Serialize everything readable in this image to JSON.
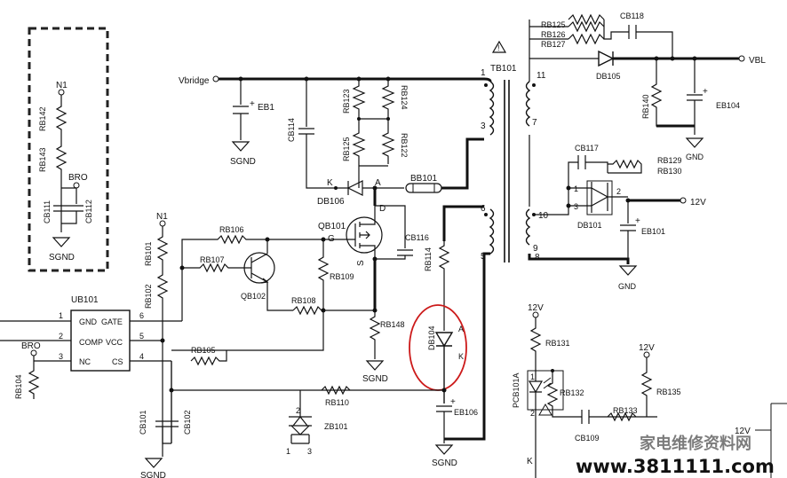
{
  "labels": {
    "n1_left": "N1",
    "rb142": "RB142",
    "rb143": "RB143",
    "bro_box": "BRO",
    "cb111": "CB111",
    "cb112": "CB112",
    "sgnd_box": "SGND",
    "vbridge": "Vbridge",
    "eb1": "EB1",
    "eb1_plus": "+",
    "sgnd_eb1": "SGND",
    "cb114": "CB114",
    "rb123": "RB123",
    "rb124": "RB124",
    "rb125": "RB125",
    "rb122": "RB122",
    "db106": "DB106",
    "k_db106": "K",
    "a_db106": "A",
    "bb101": "BB101",
    "tb101": "TB101",
    "pin1": "1",
    "pin3": "3",
    "pin6": "6",
    "pin5": "5",
    "pin11": "11",
    "pin7": "7",
    "pin10": "10",
    "pin9": "9",
    "pin8": "8",
    "warn": "!",
    "rb125_top": "RB125",
    "rb126": "RB126",
    "rb127": "RB127",
    "cb118": "CB118",
    "db105": "DB105",
    "vbl": "VBL",
    "rb140": "RB140",
    "eb104": "EB104",
    "eb104_plus": "+",
    "gnd_right": "GND",
    "cb117": "CB117",
    "rb129": "RB129",
    "rb130": "RB130",
    "db101": "DB101",
    "d101_pin1": "1",
    "d101_pin3": "3",
    "d101_pin2": "2",
    "v12v": "12V",
    "eb101": "EB101",
    "eb101_plus": "+",
    "gnd_bottom": "GND",
    "n1_mid": "N1",
    "rb101": "RB101",
    "rb102": "RB102",
    "rb106": "RB106",
    "rb107": "RB107",
    "qb101": "QB101",
    "g_pin": "G",
    "d_pin": "D",
    "s_pin": "S",
    "qb102": "QB102",
    "cb116": "CB116",
    "rb109": "RB109",
    "rb108": "RB108",
    "rb148": "RB148",
    "sgnd_rb148": "SGND",
    "rb114": "RB114",
    "db104": "DB104",
    "a_db104": "A",
    "k_db104": "K",
    "eb106": "EB106",
    "eb106_plus": "+",
    "sgnd_eb106": "SGND",
    "ub101": "UB101",
    "gnd_pin": "GND",
    "gate_pin": "GATE",
    "comp_pin": "COMP",
    "vcc_pin": "VCC",
    "nc_pin": "NC",
    "cs_pin": "CS",
    "ub_p1": "1",
    "ub_p2": "2",
    "ub_p3": "3",
    "ub_p4": "4",
    "ub_p5": "5",
    "ub_p6": "6",
    "bro_left": "BRO",
    "rb104": "RB104",
    "rb105": "RB105",
    "rb110": "RB110",
    "zb101": "ZB101",
    "zb_p1": "1",
    "zb_p2": "2",
    "zb_p3": "3",
    "cb101": "CB101",
    "cb102": "CB102",
    "sgnd_bottom": "SGND",
    "v12v_a": "12V",
    "rb131": "RB131",
    "pcb101a": "PCB101A",
    "rb132": "RB132",
    "pc_p1": "1",
    "pc_p2": "2",
    "v12v_b": "12V",
    "rb135": "RB135",
    "rb133": "RB133",
    "cb109": "CB109",
    "k_bottom": "K",
    "v12v_c": "12V",
    "watermark_cn": "家电维修资料网",
    "watermark_url": "www.3811111.com"
  },
  "colors": {
    "wire": "#111111",
    "highlight": "#cc1a1a",
    "watermark": "#2a3fc4"
  }
}
